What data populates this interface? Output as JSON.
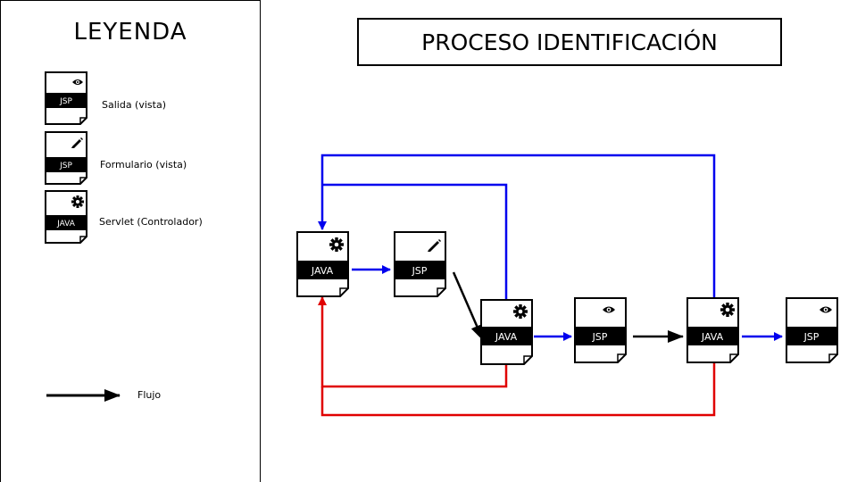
{
  "legend": {
    "title": "LEYENDA",
    "items": [
      {
        "type": "JSP",
        "icon": "eye-icon",
        "label": "Salida (vista)"
      },
      {
        "type": "JSP",
        "icon": "pencil-icon",
        "label": "Formulario (vista)"
      },
      {
        "type": "JAVA",
        "icon": "gear-icon",
        "label": "Servlet (Controlador)"
      }
    ],
    "flow_label": "Flujo"
  },
  "title": "PROCESO IDENTIFICACIÓN",
  "nodes": [
    {
      "id": "servlet-1",
      "type": "JAVA",
      "icon": "gear-icon"
    },
    {
      "id": "form-1",
      "type": "JSP",
      "icon": "pencil-icon"
    },
    {
      "id": "servlet-2",
      "type": "JAVA",
      "icon": "gear-icon"
    },
    {
      "id": "output-1",
      "type": "JSP",
      "icon": "eye-icon"
    },
    {
      "id": "servlet-3",
      "type": "JAVA",
      "icon": "gear-icon"
    },
    {
      "id": "output-2",
      "type": "JSP",
      "icon": "eye-icon"
    }
  ],
  "colors": {
    "blue": "#0000ee",
    "red": "#e00000",
    "black": "#000000"
  }
}
